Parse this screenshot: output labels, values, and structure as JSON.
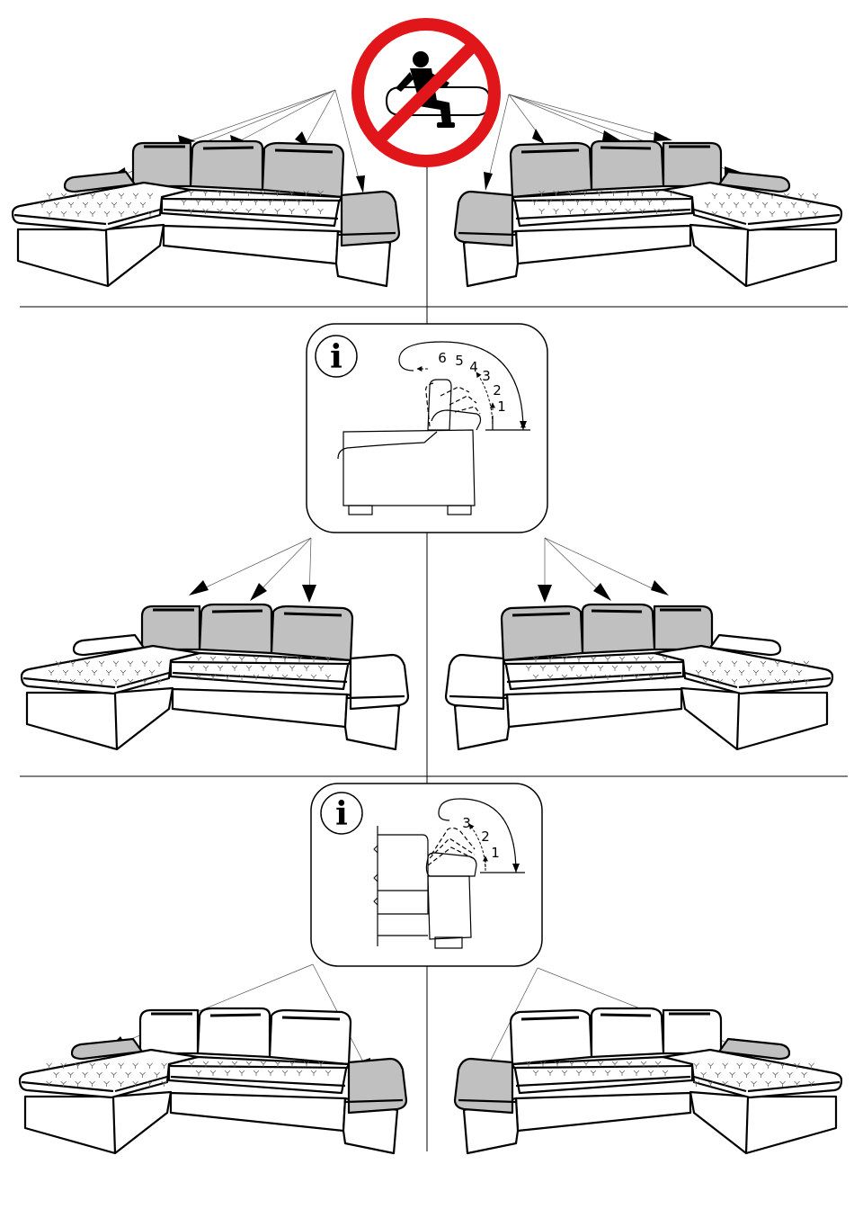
{
  "colors": {
    "line": "#000000",
    "highlight": "#c0c0c0",
    "prohibition_ring": "#e0161b",
    "background": "#ffffff"
  },
  "icons": {
    "prohibition": "no-sitting-on-headrest-icon",
    "info": "info-icon"
  },
  "panels": [
    {
      "id": "no-sitting",
      "highlighted_parts": [
        "headrests",
        "armrests"
      ]
    },
    {
      "id": "headrest-adjust",
      "info_symbol": "i",
      "positions": [
        "1",
        "2",
        "3",
        "4",
        "5",
        "6"
      ],
      "highlighted_parts": [
        "headrests"
      ]
    },
    {
      "id": "armrest-adjust",
      "info_symbol": "i",
      "positions": [
        "1",
        "2",
        "3"
      ],
      "highlighted_parts": [
        "armrests"
      ]
    }
  ]
}
